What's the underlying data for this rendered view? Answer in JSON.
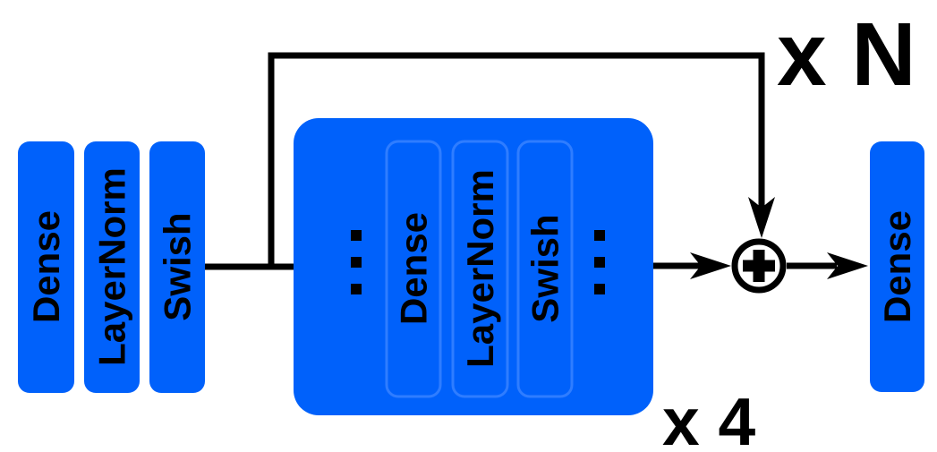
{
  "colors": {
    "block_blue": "#0061fb",
    "inner_outline_blue": "#2f7dff",
    "arrow_black": "#000000",
    "text_black": "#000000",
    "add_node_fill": "#ffffff"
  },
  "input_stack": {
    "layers": [
      {
        "label": "Dense"
      },
      {
        "label": "LayerNorm"
      },
      {
        "label": "Swish"
      }
    ]
  },
  "residual_block": {
    "repeat_label": "x 4",
    "ellipsis_symbol": "⋮",
    "layers": [
      {
        "label": "Dense"
      },
      {
        "label": "LayerNorm"
      },
      {
        "label": "Swish"
      }
    ]
  },
  "outer_loop_label": "x N",
  "add_node": {
    "symbol": "+"
  },
  "output_layer": {
    "label": "Dense"
  }
}
